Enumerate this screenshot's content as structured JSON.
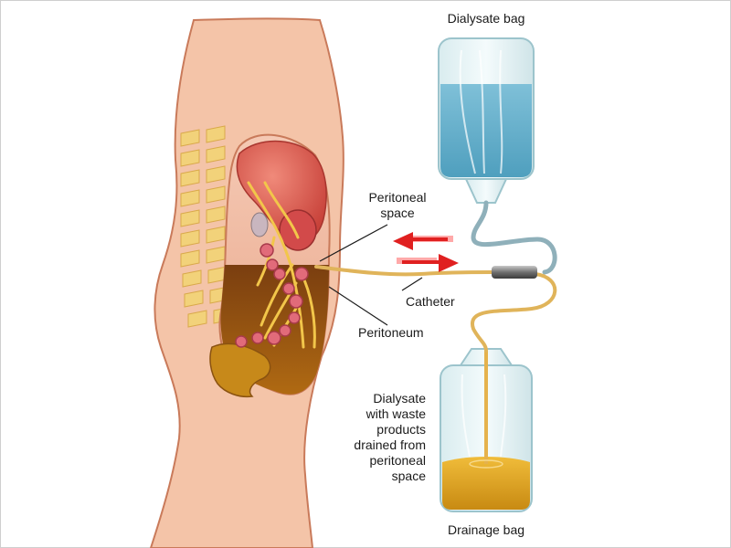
{
  "labels": {
    "dialysate_bag": "Dialysate bag",
    "peritoneal_space_line1": "Peritoneal",
    "peritoneal_space_line2": "space",
    "catheter": "Catheter",
    "peritoneum": "Peritoneum",
    "drained_line1": "Dialysate",
    "drained_line2": "with waste",
    "drained_line3": "products",
    "drained_line4": "drained from",
    "drained_line5": "peritoneal",
    "drained_line6": "space",
    "drainage_bag": "Drainage bag"
  },
  "colors": {
    "skin": "#f4c4a8",
    "skin_outline": "#c97a5a",
    "dialysate_blue": "#5aa6c4",
    "drained_fluid": "#d99a1c",
    "tube": "#e0b45a",
    "flow_arrow": "#e02020",
    "organ_red": "#d9574f",
    "vertebra": "#f2d27a"
  }
}
